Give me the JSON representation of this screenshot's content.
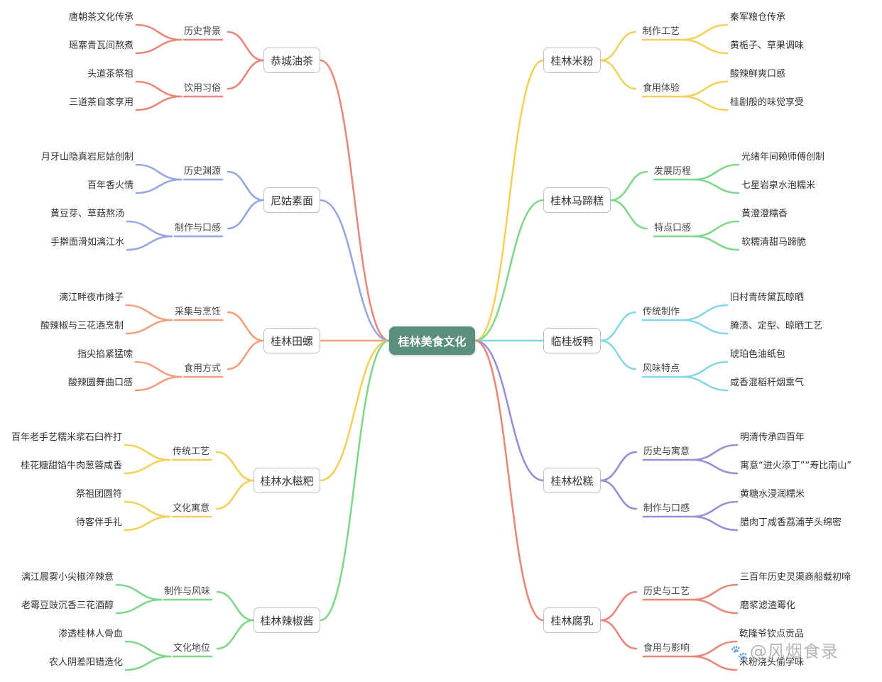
{
  "root": {
    "label": "桂林美食文化"
  },
  "branches": [
    {
      "label": "恭城油茶",
      "color": "#e8887b",
      "side": "left",
      "categories": [
        {
          "label": "历史背景",
          "leaves": [
            "唐朝茶文化传承",
            "瑶寨青瓦间熬煮"
          ]
        },
        {
          "label": "饮用习俗",
          "leaves": [
            "头道茶祭祖",
            "三道茶自家享用"
          ]
        }
      ]
    },
    {
      "label": "尼姑素面",
      "color": "#97a8e0",
      "side": "left",
      "categories": [
        {
          "label": "历史渊源",
          "leaves": [
            "月牙山隐真岩尼姑创制",
            "百年香火情"
          ]
        },
        {
          "label": "制作与口感",
          "leaves": [
            "黄豆芽、草菇熬汤",
            "手擀面滑如漓江水"
          ]
        }
      ]
    },
    {
      "label": "桂林田螺",
      "color": "#f0a07f",
      "side": "left",
      "categories": [
        {
          "label": "采集与烹饪",
          "leaves": [
            "漓江畔夜市摊子",
            "酸辣椒与三花酒烹制"
          ]
        },
        {
          "label": "食用方式",
          "leaves": [
            "指尖掐紧猛嗦",
            "酸辣圆舞曲口感"
          ]
        }
      ]
    },
    {
      "label": "桂林水糍粑",
      "color": "#f3d05a",
      "side": "left",
      "categories": [
        {
          "label": "传统工艺",
          "leaves": [
            "百年老手艺糯米浆石臼杵打",
            "桂花糖甜馅牛肉葱蓉咸香"
          ]
        },
        {
          "label": "文化寓意",
          "leaves": [
            "祭祖团圆符",
            "待客伴手礼"
          ]
        }
      ]
    },
    {
      "label": "桂林辣椒酱",
      "color": "#7fd88a",
      "side": "left",
      "categories": [
        {
          "label": "制作与风味",
          "leaves": [
            "漓江晨雾小尖椒淬辣意",
            "老霉豆豉沉香三花酒醇"
          ]
        },
        {
          "label": "文化地位",
          "leaves": [
            "渗透桂林人骨血",
            "农人阴差阳错造化"
          ]
        }
      ]
    },
    {
      "label": "桂林米粉",
      "color": "#f3d05a",
      "side": "right",
      "categories": [
        {
          "label": "制作工艺",
          "leaves": [
            "秦军粮仓传承",
            "黄栀子、草果调味"
          ]
        },
        {
          "label": "食用体验",
          "leaves": [
            "酸辣鲜爽口感",
            "桂剧般的味觉享受"
          ]
        }
      ]
    },
    {
      "label": "桂林马蹄糕",
      "color": "#7fd88a",
      "side": "right",
      "categories": [
        {
          "label": "发展历程",
          "leaves": [
            "光绪年间赖师傅创制",
            "七星岩泉水泡糯米"
          ]
        },
        {
          "label": "特点口感",
          "leaves": [
            "黄澄澄糯香",
            "软糯清甜马蹄脆"
          ]
        }
      ]
    },
    {
      "label": "临桂板鸭",
      "color": "#85d6e6",
      "side": "right",
      "categories": [
        {
          "label": "传统制作",
          "leaves": [
            "旧村青砖黛瓦晾晒",
            "腌渍、定型、晾晒工艺"
          ]
        },
        {
          "label": "风味特点",
          "leaves": [
            "琥珀色油纸包",
            "咸香混稻秆烟熏气"
          ]
        }
      ]
    },
    {
      "label": "桂林松糕",
      "color": "#9a8fd4",
      "side": "right",
      "categories": [
        {
          "label": "历史与寓意",
          "leaves": [
            "明清传承四百年",
            "寓意“进火添丁”“寿比南山”"
          ]
        },
        {
          "label": "制作与口感",
          "leaves": [
            "黄糖水浸润糯米",
            "腊肉丁咸香荔浦芋头绵密"
          ]
        }
      ]
    },
    {
      "label": "桂林腐乳",
      "color": "#e8887b",
      "side": "right",
      "categories": [
        {
          "label": "历史与工艺",
          "leaves": [
            "三百年历史灵渠商船载初啼",
            "磨浆滤渣霉化"
          ]
        },
        {
          "label": "食用与影响",
          "leaves": [
            "乾隆爷钦点贡品",
            "米粉浇头偷学味"
          ]
        }
      ]
    }
  ],
  "watermark": {
    "text": "@风烟食录"
  }
}
